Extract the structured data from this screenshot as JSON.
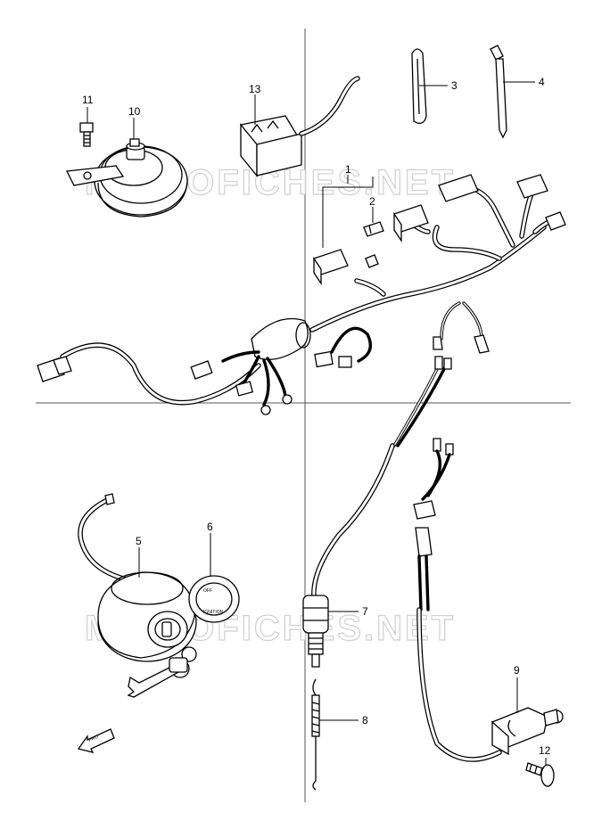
{
  "watermark": {
    "text": "MICROFICHES.NET"
  },
  "fwd_label": "FWD",
  "ignition_tag": {
    "line1": "OFF",
    "line2": "IGNITION"
  },
  "callouts": [
    {
      "id": "1",
      "label": "1"
    },
    {
      "id": "2",
      "label": "2"
    },
    {
      "id": "3",
      "label": "3"
    },
    {
      "id": "4",
      "label": "4"
    },
    {
      "id": "5",
      "label": "5"
    },
    {
      "id": "6",
      "label": "6"
    },
    {
      "id": "7",
      "label": "7"
    },
    {
      "id": "8",
      "label": "8"
    },
    {
      "id": "9",
      "label": "9"
    },
    {
      "id": "10",
      "label": "10"
    },
    {
      "id": "11",
      "label": "11"
    },
    {
      "id": "12",
      "label": "12"
    },
    {
      "id": "13",
      "label": "13"
    }
  ]
}
